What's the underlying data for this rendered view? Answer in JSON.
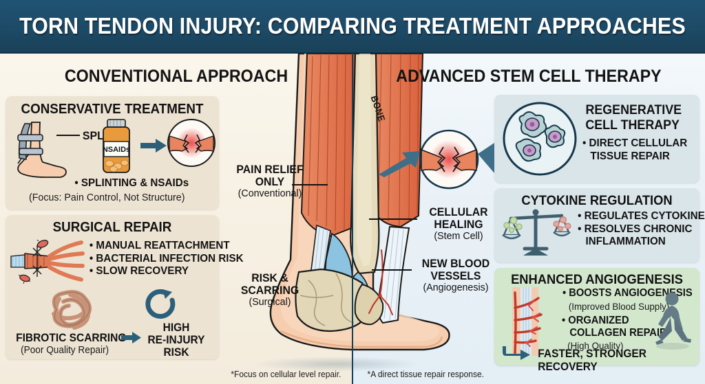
{
  "banner": {
    "title": "TORN TENDON INJURY: COMPARING TREATMENT APPROACHES"
  },
  "colors": {
    "banner_navy": "#1d4a66",
    "left_bg_cream": "#f7f1e4",
    "right_bg_blue": "#e9f1f7",
    "card_beige": "#ece3d2",
    "card_blue": "#dae5ea",
    "card_green": "#d3e7cd",
    "accent_teal": "#2c5f7a",
    "muscle_orange": "#e07a55",
    "bone_tan": "#e3d8b8",
    "skin": "#f3c3a0",
    "tendon_blue": "#8cc3e0",
    "vessel_red": "#c0392b",
    "divider": "#14425c"
  },
  "left": {
    "heading": "CONVENTIONAL APPROACH",
    "footnote": "*Focus on cellular level repair.",
    "cards": [
      {
        "title": "CONSERVATIVE TREATMENT",
        "splint_label": "SPLINT",
        "bottle_label": "NSAIDs",
        "bullets": [
          "• SPLINTING & NSAIDs"
        ],
        "note": "(Focus: Pain Control, Not Structure)"
      },
      {
        "title": "SURGICAL REPAIR",
        "bullets": [
          "• MANUAL REATTACHMENT",
          "• BACTERIAL INFECTION RISK",
          "• SLOW RECOVERY"
        ],
        "outcome_from": "FIBROTIC SCARRING",
        "outcome_from_note": "(Poor Quality Repair)",
        "outcome_to_line1": "HIGH",
        "outcome_to_line2": "RE-INJURY",
        "outcome_to_line3": "RISK"
      }
    ]
  },
  "right": {
    "heading": "ADVANCED STEM CELL THERAPY",
    "footnote": "*A direct tissue repair response.",
    "cards": [
      {
        "title_line1": "REGENERATIVE",
        "title_line2": "CELL THERAPY",
        "bullets": [
          "• DIRECT CELLULAR",
          "TISSUE REPAIR"
        ]
      },
      {
        "title": "CYTOKINE REGULATION",
        "bullets": [
          "• REGULATES CYTOKINES",
          "• RESOLVES CHRONIC",
          "INFLAMMATION"
        ]
      },
      {
        "title": "ENHANCED ANGIOGENESIS",
        "bullets": [
          "• BOOSTS ANGIOGENESIS"
        ],
        "note1": "(Improved Blood Supply)",
        "bullets2": [
          "• ORGANIZED",
          "COLLAGEN REPAIR"
        ],
        "note2": "(High Quality)",
        "outcome": "FASTER, STRONGER RECOVERY"
      }
    ]
  },
  "anatomy": {
    "bone_label": "BONE",
    "callouts": [
      {
        "line1": "PAIN RELIEF",
        "line2": "ONLY",
        "note": "(Conventional)"
      },
      {
        "line1": "RISK &",
        "line2": "SCARRING",
        "note": "(Surgical)"
      },
      {
        "line1": "CELLULAR",
        "line2": "HEALING",
        "note": "(Stem Cell)"
      },
      {
        "line1": "NEW BLOOD",
        "line2": "VESSELS",
        "note": "(Angiogenesis)"
      }
    ]
  }
}
